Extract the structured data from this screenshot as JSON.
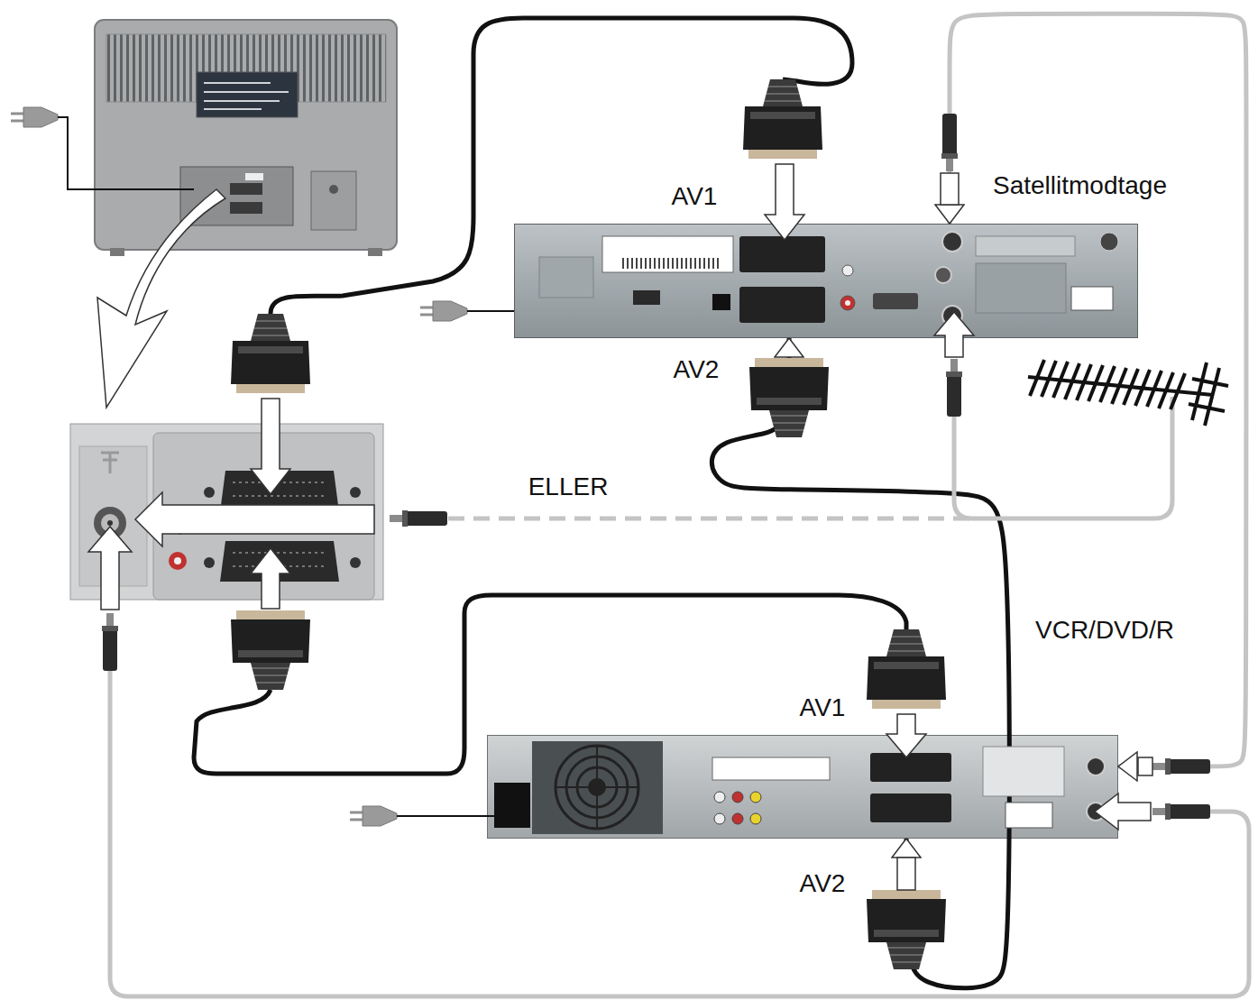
{
  "diagram": {
    "nodes": [
      {
        "text": [
          "Satellitmodtage"
        ]
      },
      {
        "text": [
          "VCR/DVD/R"
        ]
      }
    ],
    "edges": [
      {
        "from": 0,
        "to": 1,
        "arrow": "both"
      },
      {
        "from": 0,
        "to": 1,
        "arrow": "both"
      }
    ],
    "labels": [
      "AV1",
      "AV2",
      "ELLER",
      "AV1",
      "AV2"
    ]
  }
}
